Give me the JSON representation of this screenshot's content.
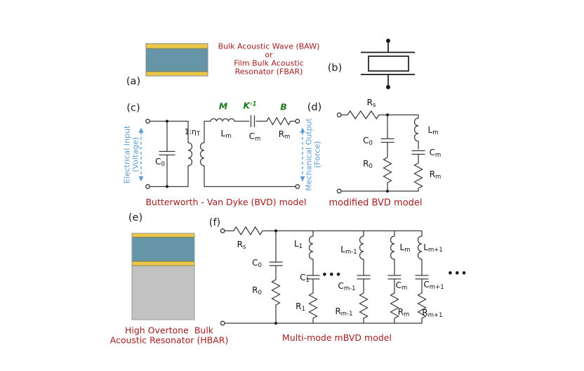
{
  "colors": {
    "caption_red": "#A31D1D",
    "signal_blue": "#5B9BD5",
    "param_green": "#1F7A1E",
    "electrode_yellow": "#EAC64A",
    "piezo_blue": "#6795A8",
    "substrate_gray": "#C2C2C2",
    "wire": "#3A3A3A"
  },
  "panel_a": {
    "tag": "(a)",
    "caption": "Bulk Acoustic Wave (BAW)\nor\nFilm Bulk Acoustic\nResonator (FBAR)"
  },
  "panel_b": {
    "tag": "(b)"
  },
  "panel_c": {
    "tag": "(c)",
    "caption": "Butterworth - Van Dyke (BVD) model",
    "input_axis": "Electrical Input\n(Voltage)",
    "output_axis": "Mechanical Output\n(Force)",
    "mass": "M",
    "stiffness": {
      "base": "K",
      "sup": "-1"
    },
    "damping": "B",
    "transformer": {
      "base": "1:η",
      "sub": "T"
    },
    "c0": {
      "base": "C",
      "sub": "0"
    },
    "lm": {
      "base": "L",
      "sub": "m"
    },
    "cm": {
      "base": "C",
      "sub": "m"
    },
    "rm": {
      "base": "R",
      "sub": "m"
    }
  },
  "panel_d": {
    "tag": "(d)",
    "caption": "modified BVD model",
    "rs": {
      "base": "R",
      "sub": "s"
    },
    "c0": {
      "base": "C",
      "sub": "0"
    },
    "r0": {
      "base": "R",
      "sub": "0"
    },
    "lm": {
      "base": "L",
      "sub": "m"
    },
    "cm": {
      "base": "C",
      "sub": "m"
    },
    "rm": {
      "base": "R",
      "sub": "m"
    }
  },
  "panel_e": {
    "tag": "(e)",
    "caption": "High Overtone  Bulk\nAcoustic Resonator (HBAR)"
  },
  "panel_f": {
    "tag": "(f)",
    "caption": "Multi-mode mBVD model",
    "rs": {
      "base": "R",
      "sub": "s"
    },
    "c0": {
      "base": "C",
      "sub": "0"
    },
    "r0": {
      "base": "R",
      "sub": "0"
    },
    "ellipsis": "•••",
    "branches": [
      {
        "l": {
          "base": "L",
          "sub": "1"
        },
        "c": {
          "base": "C",
          "sub": "1"
        },
        "r": {
          "base": "R",
          "sub": "1"
        }
      },
      {
        "l": {
          "base": "L",
          "sub": "m-1"
        },
        "c": {
          "base": "C",
          "sub": "m-1"
        },
        "r": {
          "base": "R",
          "sub": "m-1"
        }
      },
      {
        "l": {
          "base": "L",
          "sub": "m"
        },
        "c": {
          "base": "C",
          "sub": "m"
        },
        "r": {
          "base": "R",
          "sub": "m"
        }
      },
      {
        "l": {
          "base": "L",
          "sub": "m+1"
        },
        "c": {
          "base": "C",
          "sub": "m+1"
        },
        "r": {
          "base": "R",
          "sub": "m+1"
        }
      }
    ]
  }
}
